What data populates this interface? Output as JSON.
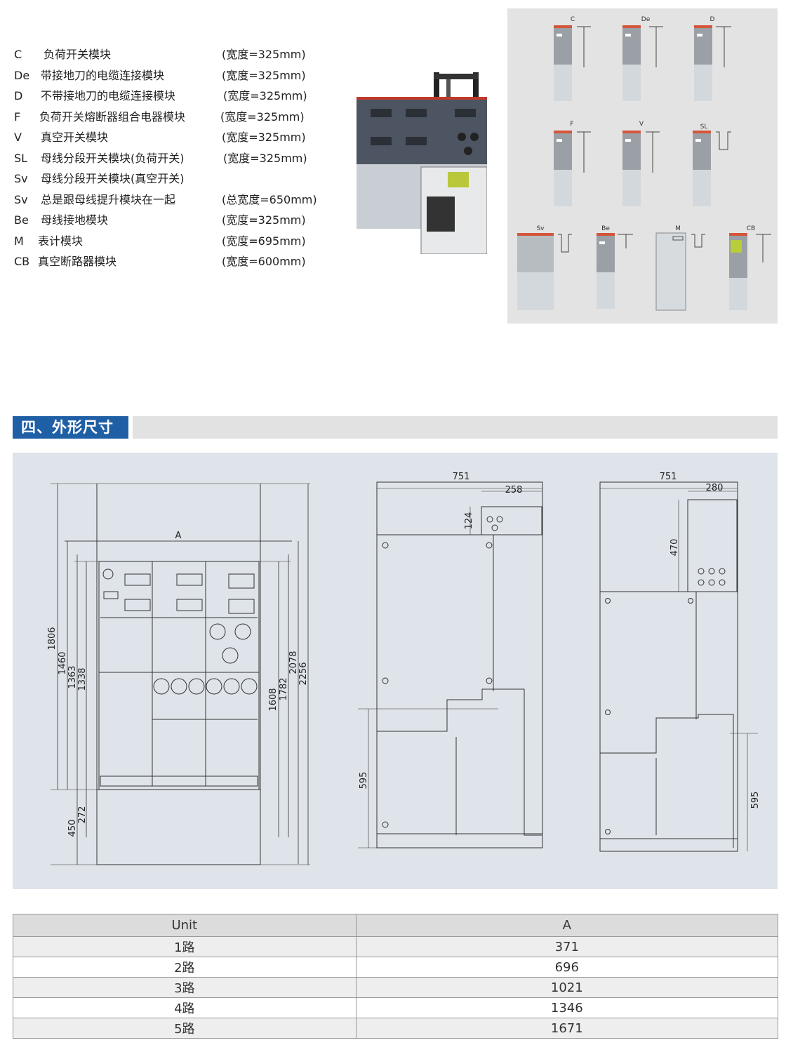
{
  "modules": [
    {
      "code": "C",
      "name": "负荷开关模块",
      "width": "(宽度=325mm)"
    },
    {
      "code": "De",
      "name": "带接地刀的电缆连接模块",
      "width": "(宽度=325mm)"
    },
    {
      "code": "D",
      "name": "不带接地刀的电缆连接模块",
      "width": "(宽度=325mm)"
    },
    {
      "code": "F",
      "name": "负荷开关熔断器组合电器模块",
      "width": "(宽度=325mm)"
    },
    {
      "code": "V",
      "name": "真空开关模块",
      "width": "(宽度=325mm)"
    },
    {
      "code": "SL",
      "name": "母线分段开关模块(负荷开关)",
      "width": "(宽度=325mm)"
    },
    {
      "code": "Sv",
      "name": "母线分段开关模块(真空开关)",
      "width": ""
    },
    {
      "code": "Sv",
      "name": "总是跟母线提升模块在一起",
      "width": "(总宽度=650mm)"
    },
    {
      "code": "Be",
      "name": "母线接地模块",
      "width": "(宽度=325mm)"
    },
    {
      "code": "M",
      "name": "表计模块",
      "width": "(宽度=695mm)"
    },
    {
      "code": "CB",
      "name": "真空断路器模块",
      "width": "(宽度=600mm)"
    }
  ],
  "diagram_labels": {
    "C": "C",
    "De": "De",
    "D": "D",
    "F": "F",
    "V": "V",
    "SL": "SL",
    "Sv": "Sv",
    "Be": "Be",
    "M": "M",
    "CB": "CB"
  },
  "section": {
    "title": "四、外形尺寸"
  },
  "dims": {
    "front": {
      "A": "A",
      "h1806": "1806",
      "h1460": "1460",
      "h1363": "1363",
      "h1338": "1338",
      "h450": "450",
      "h272": "272",
      "h1608": "1608",
      "h1782": "1782",
      "h2078": "2078",
      "h2256": "2256"
    },
    "side1": {
      "w751": "751",
      "w258": "258",
      "h124": "124",
      "h595": "595"
    },
    "side2": {
      "w751": "751",
      "w280": "280",
      "h470": "470",
      "h595": "595"
    }
  },
  "table": {
    "headers": [
      "Unit",
      "A"
    ],
    "rows": [
      [
        "1路",
        "371"
      ],
      [
        "2路",
        "696"
      ],
      [
        "3路",
        "1021"
      ],
      [
        "4路",
        "1346"
      ],
      [
        "5路",
        "1671"
      ]
    ]
  },
  "colors": {
    "accent": "#1f5fa6",
    "panel": "#dfe4ea"
  }
}
